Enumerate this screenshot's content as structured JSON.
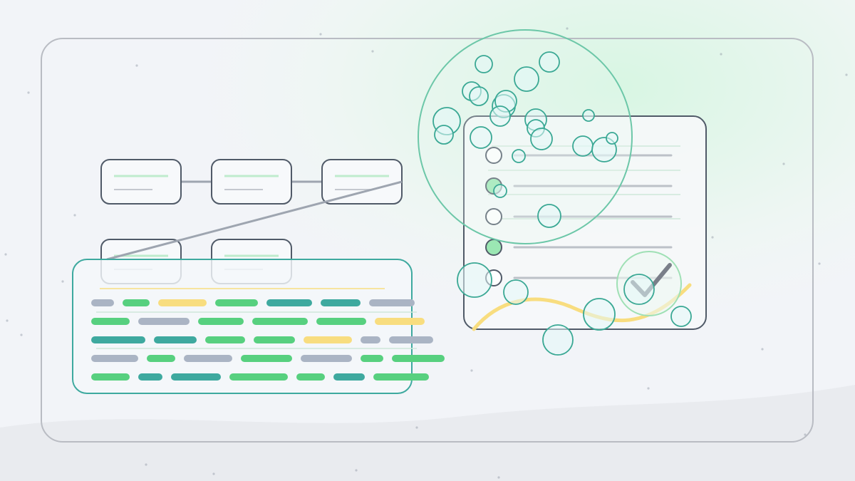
{
  "palette": {
    "green": "#57d07f",
    "teal": "#3ea99f",
    "gray": "#aab4c4",
    "yellow": "#f8dd7f",
    "outline": "#505a68",
    "frame": "#b9bcc3",
    "bubble_stroke": "#3aa894",
    "bubble_fill": "#e3f7f7"
  },
  "icons": [
    "flow-diagram-icon",
    "code-block-icon",
    "checklist-icon",
    "checkmark-icon",
    "bubbles-icon"
  ],
  "checklist": {
    "items": [
      {
        "checked": false
      },
      {
        "checked": true
      },
      {
        "checked": false
      },
      {
        "checked": true
      },
      {
        "checked": false
      }
    ]
  },
  "code_block": {
    "rows": [
      [
        "gray",
        "green",
        "yellow",
        "green",
        "teal",
        "teal",
        "gray"
      ],
      [
        "green",
        "gray",
        "green",
        "green",
        "green",
        "yellow"
      ],
      [
        "teal",
        "teal",
        "green",
        "green",
        "yellow",
        "gray",
        "gray"
      ],
      [
        "gray",
        "green",
        "gray",
        "green",
        "gray",
        "green",
        "green"
      ],
      [
        "green",
        "teal",
        "teal",
        "green",
        "green",
        "teal",
        "green"
      ]
    ]
  }
}
